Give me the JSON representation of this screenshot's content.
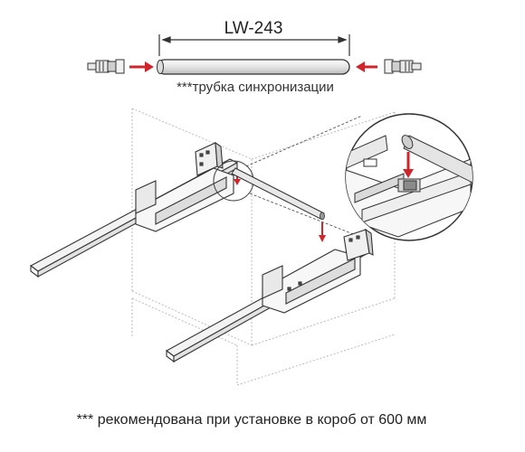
{
  "dimension_label": "LW-243",
  "tube_caption": "***трубка синхронизации",
  "footnote": "*** рекомендована при установке в короб от 600 мм",
  "colors": {
    "arrow": "#d0252b",
    "line": "#333333",
    "dotted": "#b9b9b9",
    "tube_fill": "#e6e6e6"
  }
}
